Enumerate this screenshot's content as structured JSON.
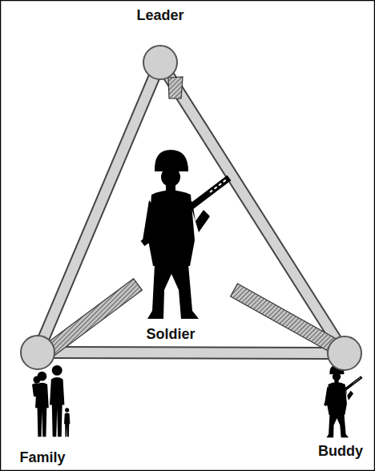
{
  "diagram": {
    "nodes": [
      {
        "text": [
          "Leader"
        ]
      },
      {
        "text": [
          "Family"
        ]
      },
      {
        "text": [
          "Buddy"
        ]
      }
    ],
    "edges": [
      {
        "from": 0,
        "to": 1,
        "arrow": "none"
      },
      {
        "from": 0,
        "to": 2,
        "arrow": "none"
      },
      {
        "from": 1,
        "to": 2,
        "arrow": "none"
      }
    ],
    "labels": [
      "Soldier"
    ]
  }
}
